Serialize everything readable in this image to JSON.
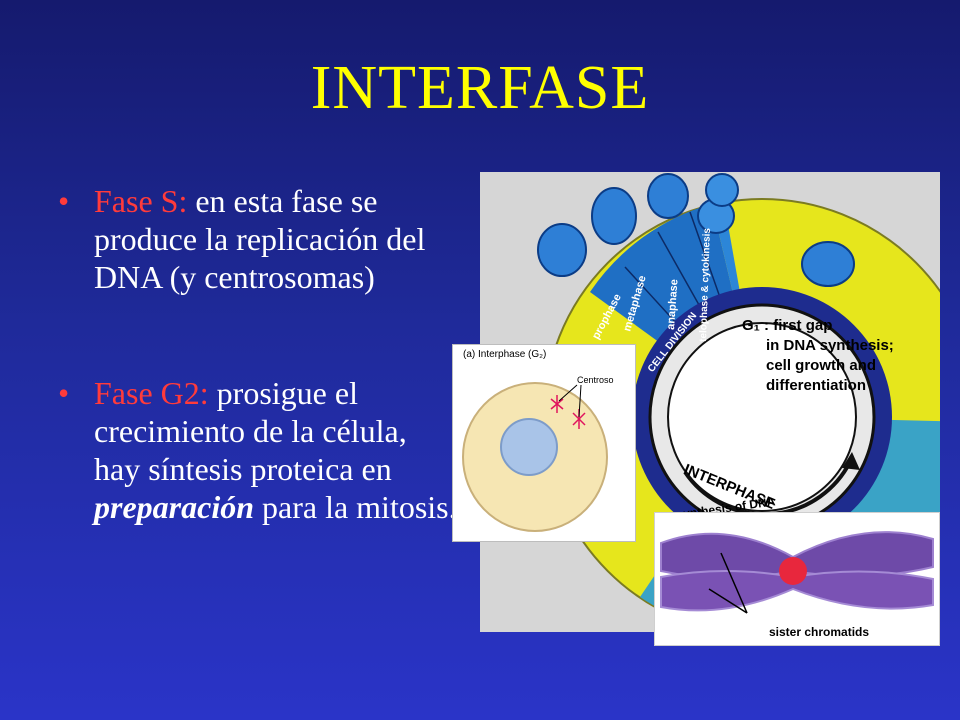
{
  "slide": {
    "title": "INTERFASE",
    "bullets": [
      {
        "label": "Fase S:",
        "text": " en esta fase se produce la replicación del DNA (y centrosomas)"
      },
      {
        "label": "Fase G2:",
        "text_before": " prosigue el crecimiento de la célula, hay síntesis proteica en ",
        "emphasis": "preparación",
        "text_after": " para la mitosis."
      }
    ]
  },
  "figure": {
    "g1_title": "G₁ :  first gap",
    "g1_lines": [
      "in DNA synthesis;",
      "cell growth and",
      "differentiation"
    ],
    "interphase": "INTERPHASE",
    "cell_division": "CELL DIVISION",
    "s_label": "S: synthesis of DNA",
    "phases": [
      "prophase",
      "metaphase",
      "anaphase",
      "telophase & cytokinesis"
    ],
    "inset_caption": "(a) Interphase (G₂)",
    "inset_label": "Centroso",
    "chromosome_label": "sister chromatids"
  },
  "colors": {
    "title": "#ffff00",
    "label": "#ff3b3b",
    "text": "#ffffff",
    "g1": "#e6e61c",
    "s_phase": "#3aa3c6",
    "mitosis": "#1f6fc4"
  }
}
